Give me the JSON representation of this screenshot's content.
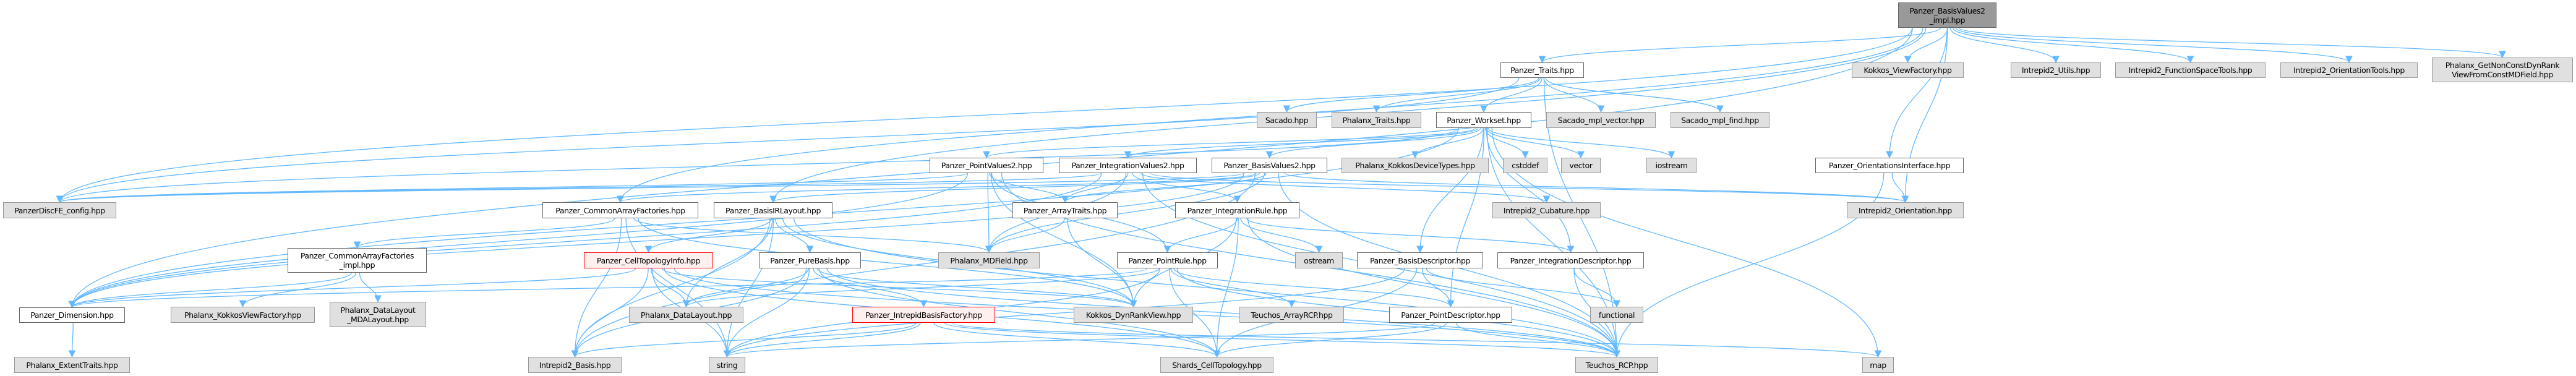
{
  "diagram": {
    "type": "include-dependency-graph",
    "edge_color": "#63b8ff",
    "nodes": [
      {
        "id": "root",
        "label": "Panzer_BasisValues2\n_impl.hpp",
        "kind": "root"
      },
      {
        "id": "traits",
        "label": "Panzer_Traits.hpp",
        "kind": "normal"
      },
      {
        "id": "kvf",
        "label": "Kokkos_ViewFactory.hpp",
        "kind": "external"
      },
      {
        "id": "i2utils",
        "label": "Intrepid2_Utils.hpp",
        "kind": "external"
      },
      {
        "id": "i2fst",
        "label": "Intrepid2_FunctionSpaceTools.hpp",
        "kind": "external"
      },
      {
        "id": "i2ot",
        "label": "Intrepid2_OrientationTools.hpp",
        "kind": "external"
      },
      {
        "id": "phxgnc",
        "label": "Phalanx_GetNonConstDynRank\nViewFromConstMDField.hpp",
        "kind": "external"
      },
      {
        "id": "sacado",
        "label": "Sacado.hpp",
        "kind": "external"
      },
      {
        "id": "phxtraits",
        "label": "Phalanx_Traits.hpp",
        "kind": "external"
      },
      {
        "id": "workset",
        "label": "Panzer_Workset.hpp",
        "kind": "normal"
      },
      {
        "id": "sacvec",
        "label": "Sacado_mpl_vector.hpp",
        "kind": "external"
      },
      {
        "id": "sacfind",
        "label": "Sacado_mpl_find.hpp",
        "kind": "external"
      },
      {
        "id": "pv2",
        "label": "Panzer_PointValues2.hpp",
        "kind": "normal"
      },
      {
        "id": "iv2",
        "label": "Panzer_IntegrationValues2.hpp",
        "kind": "normal"
      },
      {
        "id": "bv2",
        "label": "Panzer_BasisValues2.hpp",
        "kind": "normal"
      },
      {
        "id": "phxkdt",
        "label": "Phalanx_KokkosDeviceTypes.hpp",
        "kind": "external"
      },
      {
        "id": "cstddef",
        "label": "cstddef",
        "kind": "external"
      },
      {
        "id": "vector",
        "label": "vector",
        "kind": "external"
      },
      {
        "id": "iostream",
        "label": "iostream",
        "kind": "external"
      },
      {
        "id": "orientif",
        "label": "Panzer_OrientationsInterface.hpp",
        "kind": "normal"
      },
      {
        "id": "discfe",
        "label": "PanzerDiscFE_config.hpp",
        "kind": "external"
      },
      {
        "id": "caf",
        "label": "Panzer_CommonArrayFactories.hpp",
        "kind": "normal"
      },
      {
        "id": "birl",
        "label": "Panzer_BasisIRLayout.hpp",
        "kind": "normal"
      },
      {
        "id": "arraytraits",
        "label": "Panzer_ArrayTraits.hpp",
        "kind": "normal"
      },
      {
        "id": "intrule",
        "label": "Panzer_IntegrationRule.hpp",
        "kind": "normal"
      },
      {
        "id": "i2cub",
        "label": "Intrepid2_Cubature.hpp",
        "kind": "external"
      },
      {
        "id": "i2orient",
        "label": "Intrepid2_Orientation.hpp",
        "kind": "external"
      },
      {
        "id": "cafimpl",
        "label": "Panzer_CommonArrayFactories\n_impl.hpp",
        "kind": "normal"
      },
      {
        "id": "celltopo",
        "label": "Panzer_CellTopologyInfo.hpp",
        "kind": "missing"
      },
      {
        "id": "purebasis",
        "label": "Panzer_PureBasis.hpp",
        "kind": "normal"
      },
      {
        "id": "mdfield",
        "label": "Phalanx_MDField.hpp",
        "kind": "external"
      },
      {
        "id": "pointrule",
        "label": "Panzer_PointRule.hpp",
        "kind": "normal"
      },
      {
        "id": "ostream",
        "label": "ostream",
        "kind": "external"
      },
      {
        "id": "basisdesc",
        "label": "Panzer_BasisDescriptor.hpp",
        "kind": "normal"
      },
      {
        "id": "intdesc",
        "label": "Panzer_IntegrationDescriptor.hpp",
        "kind": "normal"
      },
      {
        "id": "dimension",
        "label": "Panzer_Dimension.hpp",
        "kind": "normal"
      },
      {
        "id": "phxkvf",
        "label": "Phalanx_KokkosViewFactory.hpp",
        "kind": "external"
      },
      {
        "id": "mdalayout",
        "label": "Phalanx_DataLayout\n_MDALayout.hpp",
        "kind": "external"
      },
      {
        "id": "datalayout",
        "label": "Phalanx_DataLayout.hpp",
        "kind": "external"
      },
      {
        "id": "ibfactory",
        "label": "Panzer_IntrepidBasisFactory.hpp",
        "kind": "missing"
      },
      {
        "id": "dynrank",
        "label": "Kokkos_DynRankView.hpp",
        "kind": "external"
      },
      {
        "id": "arrayrcp",
        "label": "Teuchos_ArrayRCP.hpp",
        "kind": "external"
      },
      {
        "id": "pointdesc",
        "label": "Panzer_PointDescriptor.hpp",
        "kind": "normal"
      },
      {
        "id": "functional",
        "label": "functional",
        "kind": "external"
      },
      {
        "id": "extent",
        "label": "Phalanx_ExtentTraits.hpp",
        "kind": "external"
      },
      {
        "id": "i2basis",
        "label": "Intrepid2_Basis.hpp",
        "kind": "external"
      },
      {
        "id": "string",
        "label": "string",
        "kind": "external"
      },
      {
        "id": "shards",
        "label": "Shards_CellTopology.hpp",
        "kind": "external"
      },
      {
        "id": "rcp",
        "label": "Teuchos_RCP.hpp",
        "kind": "external"
      },
      {
        "id": "map",
        "label": "map",
        "kind": "external"
      }
    ],
    "edges": [
      [
        "root",
        "traits"
      ],
      [
        "root",
        "kvf"
      ],
      [
        "root",
        "i2utils"
      ],
      [
        "root",
        "i2fst"
      ],
      [
        "root",
        "i2ot"
      ],
      [
        "root",
        "phxgnc"
      ],
      [
        "root",
        "orientif"
      ],
      [
        "root",
        "i2orient"
      ],
      [
        "root",
        "discfe"
      ],
      [
        "root",
        "dimension"
      ],
      [
        "root",
        "caf"
      ],
      [
        "root",
        "birl"
      ],
      [
        "traits",
        "discfe"
      ],
      [
        "traits",
        "workset"
      ],
      [
        "traits",
        "sacado"
      ],
      [
        "traits",
        "phxtraits"
      ],
      [
        "traits",
        "sacvec"
      ],
      [
        "traits",
        "sacfind"
      ],
      [
        "traits",
        "rcp"
      ],
      [
        "workset",
        "pv2"
      ],
      [
        "workset",
        "iv2"
      ],
      [
        "workset",
        "bv2"
      ],
      [
        "workset",
        "phxkdt"
      ],
      [
        "workset",
        "cstddef"
      ],
      [
        "workset",
        "vector"
      ],
      [
        "workset",
        "iostream"
      ],
      [
        "workset",
        "rcp"
      ],
      [
        "workset",
        "map"
      ],
      [
        "workset",
        "discfe"
      ],
      [
        "workset",
        "dimension"
      ],
      [
        "workset",
        "intdesc"
      ],
      [
        "workset",
        "basisdesc"
      ],
      [
        "workset",
        "pointdesc"
      ],
      [
        "pv2",
        "discfe"
      ],
      [
        "pv2",
        "dimension"
      ],
      [
        "pv2",
        "arraytraits"
      ],
      [
        "pv2",
        "pointrule"
      ],
      [
        "pv2",
        "mdfield"
      ],
      [
        "pv2",
        "rcp"
      ],
      [
        "pv2",
        "dynrank"
      ],
      [
        "iv2",
        "discfe"
      ],
      [
        "iv2",
        "dimension"
      ],
      [
        "iv2",
        "arraytraits"
      ],
      [
        "iv2",
        "intrule"
      ],
      [
        "iv2",
        "mdfield"
      ],
      [
        "iv2",
        "i2cub"
      ],
      [
        "iv2",
        "rcp"
      ],
      [
        "iv2",
        "i2orient"
      ],
      [
        "bv2",
        "discfe"
      ],
      [
        "bv2",
        "dimension"
      ],
      [
        "bv2",
        "caf"
      ],
      [
        "bv2",
        "arraytraits"
      ],
      [
        "bv2",
        "birl"
      ],
      [
        "bv2",
        "mdfield"
      ],
      [
        "bv2",
        "i2basis"
      ],
      [
        "bv2",
        "i2orient"
      ],
      [
        "bv2",
        "rcp"
      ],
      [
        "caf",
        "cafimpl"
      ],
      [
        "caf",
        "dynrank"
      ],
      [
        "caf",
        "mdfield"
      ],
      [
        "caf",
        "string"
      ],
      [
        "caf",
        "i2basis"
      ],
      [
        "cafimpl",
        "phxkvf"
      ],
      [
        "cafimpl",
        "mdalayout"
      ],
      [
        "cafimpl",
        "dimension"
      ],
      [
        "birl",
        "celltopo"
      ],
      [
        "birl",
        "purebasis"
      ],
      [
        "birl",
        "datalayout"
      ],
      [
        "birl",
        "string"
      ],
      [
        "birl",
        "rcp"
      ],
      [
        "birl",
        "i2basis"
      ],
      [
        "birl",
        "dynrank"
      ],
      [
        "celltopo",
        "datalayout"
      ],
      [
        "celltopo",
        "string"
      ],
      [
        "celltopo",
        "i2basis"
      ],
      [
        "celltopo",
        "shards"
      ],
      [
        "celltopo",
        "rcp"
      ],
      [
        "celltopo",
        "dimension"
      ],
      [
        "celltopo",
        "dynrank"
      ],
      [
        "purebasis",
        "datalayout"
      ],
      [
        "purebasis",
        "string"
      ],
      [
        "purebasis",
        "i2basis"
      ],
      [
        "purebasis",
        "ibfactory"
      ],
      [
        "purebasis",
        "dynrank"
      ],
      [
        "purebasis",
        "rcp"
      ],
      [
        "purebasis",
        "shards"
      ],
      [
        "ibfactory",
        "string"
      ],
      [
        "ibfactory",
        "i2basis"
      ],
      [
        "ibfactory",
        "rcp"
      ],
      [
        "ibfactory",
        "shards"
      ],
      [
        "ibfactory",
        "map"
      ],
      [
        "arraytraits",
        "mdfield"
      ],
      [
        "arraytraits",
        "dynrank"
      ],
      [
        "intrule",
        "pointrule"
      ],
      [
        "intrule",
        "ostream"
      ],
      [
        "intrule",
        "intdesc"
      ],
      [
        "intrule",
        "dynrank"
      ],
      [
        "intrule",
        "rcp"
      ],
      [
        "intrule",
        "shards"
      ],
      [
        "pointrule",
        "datalayout"
      ],
      [
        "pointrule",
        "arrayrcp"
      ],
      [
        "pointrule",
        "shards"
      ],
      [
        "pointrule",
        "pointdesc"
      ],
      [
        "pointrule",
        "string"
      ],
      [
        "pointrule",
        "rcp"
      ],
      [
        "pointrule",
        "dimension"
      ],
      [
        "basisdesc",
        "pointdesc"
      ],
      [
        "basisdesc",
        "functional"
      ],
      [
        "basisdesc",
        "string"
      ],
      [
        "basisdesc",
        "shards"
      ],
      [
        "pointdesc",
        "string"
      ],
      [
        "pointdesc",
        "shards"
      ],
      [
        "pointdesc",
        "rcp"
      ],
      [
        "intdesc",
        "functional"
      ],
      [
        "intdesc",
        "rcp"
      ],
      [
        "orientif",
        "i2orient"
      ],
      [
        "orientif",
        "rcp"
      ],
      [
        "dimension",
        "extent"
      ]
    ]
  }
}
